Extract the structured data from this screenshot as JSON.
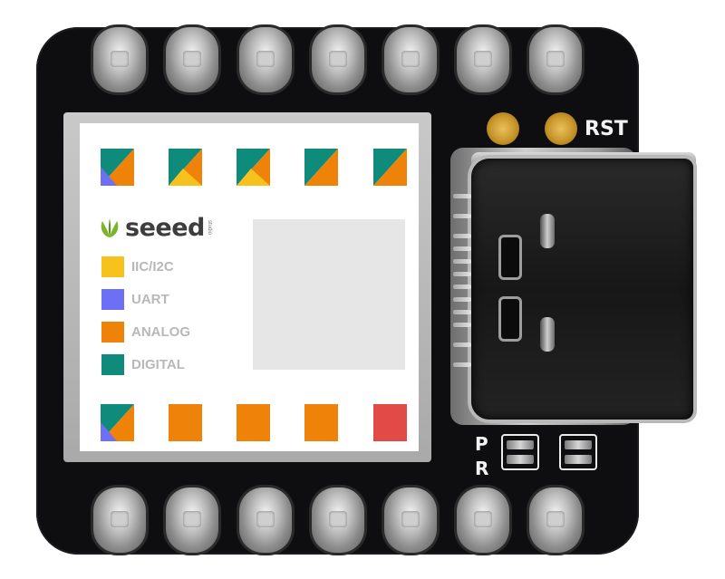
{
  "board": {
    "brand": "seeed",
    "brand_sub": "studio",
    "silkscreen": {
      "rst": "RST",
      "p": "P",
      "r": "R"
    }
  },
  "legend": [
    {
      "label": "IIC/I2C",
      "color": "#f7c21d"
    },
    {
      "label": "UART",
      "color": "#6d6ff5"
    },
    {
      "label": "ANALOG",
      "color": "#ef8208"
    },
    {
      "label": "DIGITAL",
      "color": "#0f8b7c"
    }
  ],
  "colors": {
    "teal": "#0f8b7c",
    "orange": "#ef8208",
    "yellow": "#f7c21d",
    "purple": "#6d6ff5",
    "red": "#e14a47",
    "pcb": "#0e0e10"
  },
  "icons": {
    "brand_logo": "leaf-logo-icon",
    "reset_pads": "gold-via-icon"
  }
}
